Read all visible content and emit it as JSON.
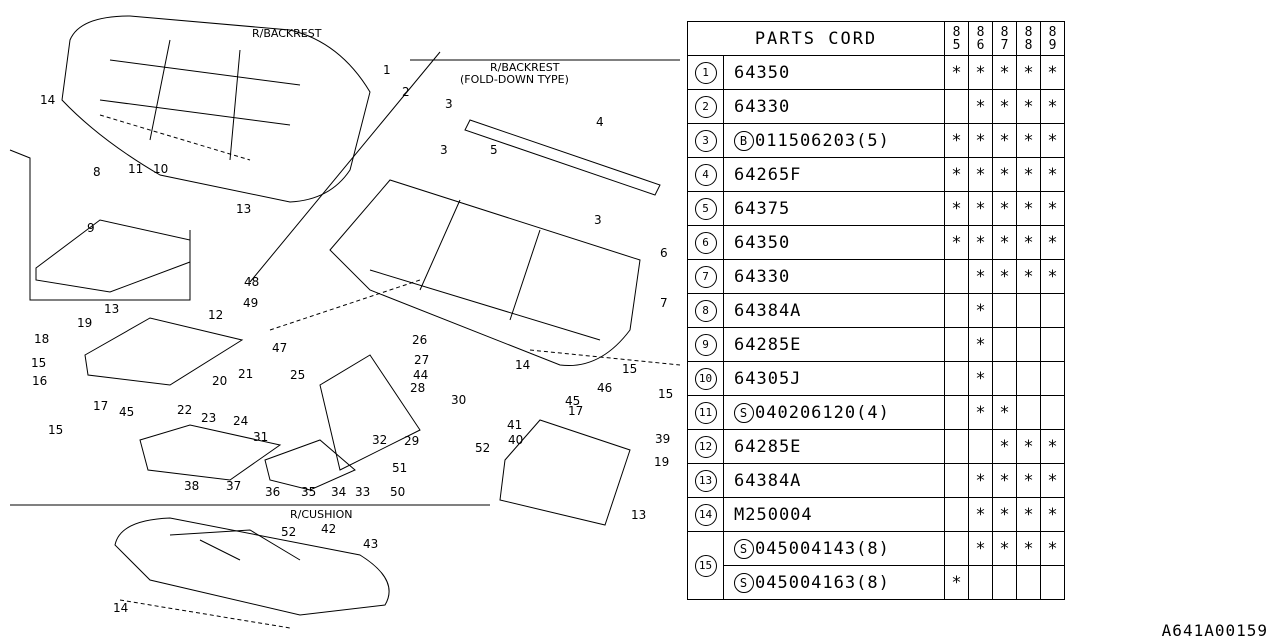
{
  "diagram": {
    "section_labels": {
      "backrest": "R/BACKREST",
      "backrest_fold_1": "R/BACKREST",
      "backrest_fold_2": "(FOLD-DOWN TYPE)",
      "cushion": "R/CUSHION"
    },
    "callouts": [
      "1",
      "2",
      "3",
      "3",
      "3",
      "4",
      "5",
      "6",
      "7",
      "8",
      "9",
      "10",
      "11",
      "12",
      "13",
      "13",
      "13",
      "14",
      "14",
      "14",
      "15",
      "15",
      "15",
      "15",
      "16",
      "17",
      "17",
      "18",
      "19",
      "19",
      "20",
      "21",
      "22",
      "23",
      "24",
      "25",
      "26",
      "27",
      "28",
      "29",
      "30",
      "31",
      "32",
      "33",
      "34",
      "35",
      "36",
      "37",
      "38",
      "39",
      "40",
      "41",
      "42",
      "43",
      "44",
      "45",
      "45",
      "46",
      "47",
      "48",
      "49",
      "50",
      "51",
      "52",
      "52"
    ]
  },
  "table": {
    "header": "PARTS CORD",
    "years": [
      {
        "top": "8",
        "bottom": "5"
      },
      {
        "top": "8",
        "bottom": "6"
      },
      {
        "top": "8",
        "bottom": "7"
      },
      {
        "top": "8",
        "bottom": "8"
      },
      {
        "top": "8",
        "bottom": "9"
      }
    ],
    "rows": [
      {
        "no": "1",
        "prefix": "",
        "code": "64350",
        "marks": [
          "*",
          "*",
          "*",
          "*",
          "*"
        ]
      },
      {
        "no": "2",
        "prefix": "",
        "code": "64330",
        "marks": [
          "",
          "*",
          "*",
          "*",
          "*"
        ]
      },
      {
        "no": "3",
        "prefix": "B",
        "code": "011506203(5)",
        "marks": [
          "*",
          "*",
          "*",
          "*",
          "*"
        ]
      },
      {
        "no": "4",
        "prefix": "",
        "code": "64265F",
        "marks": [
          "*",
          "*",
          "*",
          "*",
          "*"
        ]
      },
      {
        "no": "5",
        "prefix": "",
        "code": "64375",
        "marks": [
          "*",
          "*",
          "*",
          "*",
          "*"
        ]
      },
      {
        "no": "6",
        "prefix": "",
        "code": "64350",
        "marks": [
          "*",
          "*",
          "*",
          "*",
          "*"
        ]
      },
      {
        "no": "7",
        "prefix": "",
        "code": "64330",
        "marks": [
          "",
          "*",
          "*",
          "*",
          "*"
        ]
      },
      {
        "no": "8",
        "prefix": "",
        "code": "64384A",
        "marks": [
          "",
          "*",
          "",
          "",
          ""
        ]
      },
      {
        "no": "9",
        "prefix": "",
        "code": "64285E",
        "marks": [
          "",
          "*",
          "",
          "",
          ""
        ]
      },
      {
        "no": "10",
        "prefix": "",
        "code": "64305J",
        "marks": [
          "",
          "*",
          "",
          "",
          ""
        ]
      },
      {
        "no": "11",
        "prefix": "S",
        "code": "040206120(4)",
        "marks": [
          "",
          "*",
          "*",
          "",
          ""
        ]
      },
      {
        "no": "12",
        "prefix": "",
        "code": "64285E",
        "marks": [
          "",
          "",
          "*",
          "*",
          "*"
        ]
      },
      {
        "no": "13",
        "prefix": "",
        "code": "64384A",
        "marks": [
          "",
          "*",
          "*",
          "*",
          "*"
        ]
      },
      {
        "no": "14",
        "prefix": "",
        "code": "M250004",
        "marks": [
          "",
          "*",
          "*",
          "*",
          "*"
        ]
      },
      {
        "no": "15",
        "prefix": "S",
        "code": "045004143(8)",
        "marks": [
          "",
          "*",
          "*",
          "*",
          "*"
        ]
      },
      {
        "no": "",
        "prefix": "S",
        "code": "045004163(8)",
        "marks": [
          "*",
          "",
          "",
          "",
          ""
        ]
      }
    ]
  },
  "reference_code": "A641A00159"
}
